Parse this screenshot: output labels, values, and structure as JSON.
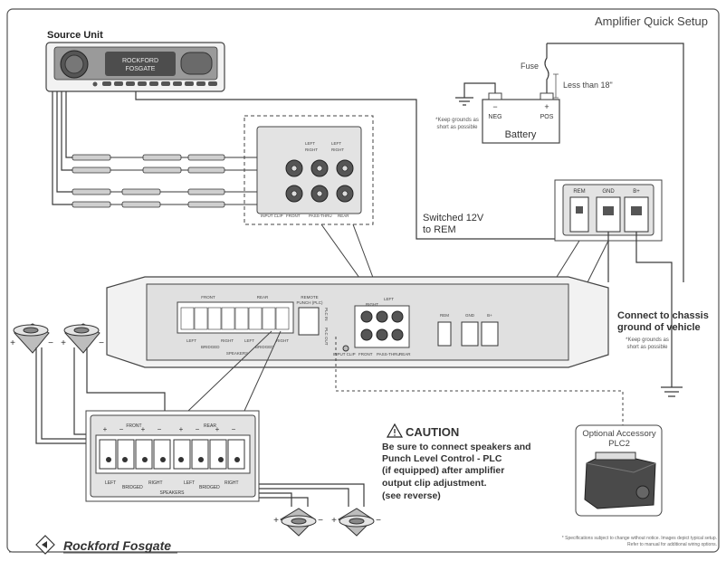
{
  "title": "Amplifier Quick Setup",
  "source_unit": {
    "label": "Source Unit",
    "display_line1": "ROCKFORD",
    "display_line2": "FOSGATE"
  },
  "power": {
    "fuse_label": "Fuse",
    "fuse_distance": "Less than 18\"",
    "battery_label": "Battery",
    "neg_sign": "−",
    "neg_label": "NEG",
    "pos_sign": "+",
    "pos_label": "POS",
    "ground_note_line1": "*Keep grounds as",
    "ground_note_line2": "short as possible"
  },
  "remote": {
    "line1": "Switched 12V",
    "line2": "to REM"
  },
  "power_terminals": {
    "rem": "REM",
    "gnd": "GND",
    "bplus": "B+"
  },
  "chassis": {
    "line1": "Connect to chassis",
    "line2": "ground of vehicle",
    "note_line1": "*Keep grounds as",
    "note_line2": "short as possible"
  },
  "input_panel": {
    "left": "LEFT",
    "right": "RIGHT",
    "input_clip": "INPUT CLIP",
    "front": "FRONT",
    "pass_thru": "PASS-THRU",
    "rear": "REAR"
  },
  "amp": {
    "front": "FRONT",
    "rear": "REAR",
    "left": "LEFT",
    "right": "RIGHT",
    "bridged": "BRIDGED",
    "speakers": "SPEAKERS",
    "remote_punch_line1": "REMOTE",
    "remote_punch_line2": "PUNCH (PLC)",
    "plc_in": "PLC IN",
    "plc_out": "PLC OUT",
    "input_clip": "INPUT CLIP",
    "front_in": "FRONT",
    "pass_thru": "PASS-THRU",
    "rear_in": "REAR",
    "rem": "REM",
    "gnd": "GND",
    "bplus": "B+",
    "left_in": "LEFT",
    "right_in": "RIGHT"
  },
  "speaker_panel": {
    "front": "FRONT",
    "rear": "REAR",
    "left1": "LEFT",
    "right1": "RIGHT",
    "bridged1": "BRIDGED",
    "left2": "LEFT",
    "right2": "RIGHT",
    "bridged2": "BRIDGED",
    "speakers": "SPEAKERS"
  },
  "polarity": {
    "plus": "+",
    "minus": "−"
  },
  "caution": {
    "heading": "CAUTION",
    "line1": "Be sure to connect speakers and",
    "line2": "Punch Level Control - PLC",
    "line3": "(if equipped) after amplifier",
    "line4": "output clip adjustment.",
    "line5": "(see reverse)"
  },
  "accessory": {
    "line1": "Optional Accessory",
    "line2": "PLC2"
  },
  "footer": {
    "line1": "* Specifications subject to change without notice. Images depict typical setup.",
    "line2": "Refer to manual for additional wiring options."
  },
  "brand": "Rockford Fosgate",
  "colors": {
    "outline": "#444444",
    "panel": "#e3e3e3",
    "wire": "#3a3a3a",
    "caution_text": "#333333"
  }
}
